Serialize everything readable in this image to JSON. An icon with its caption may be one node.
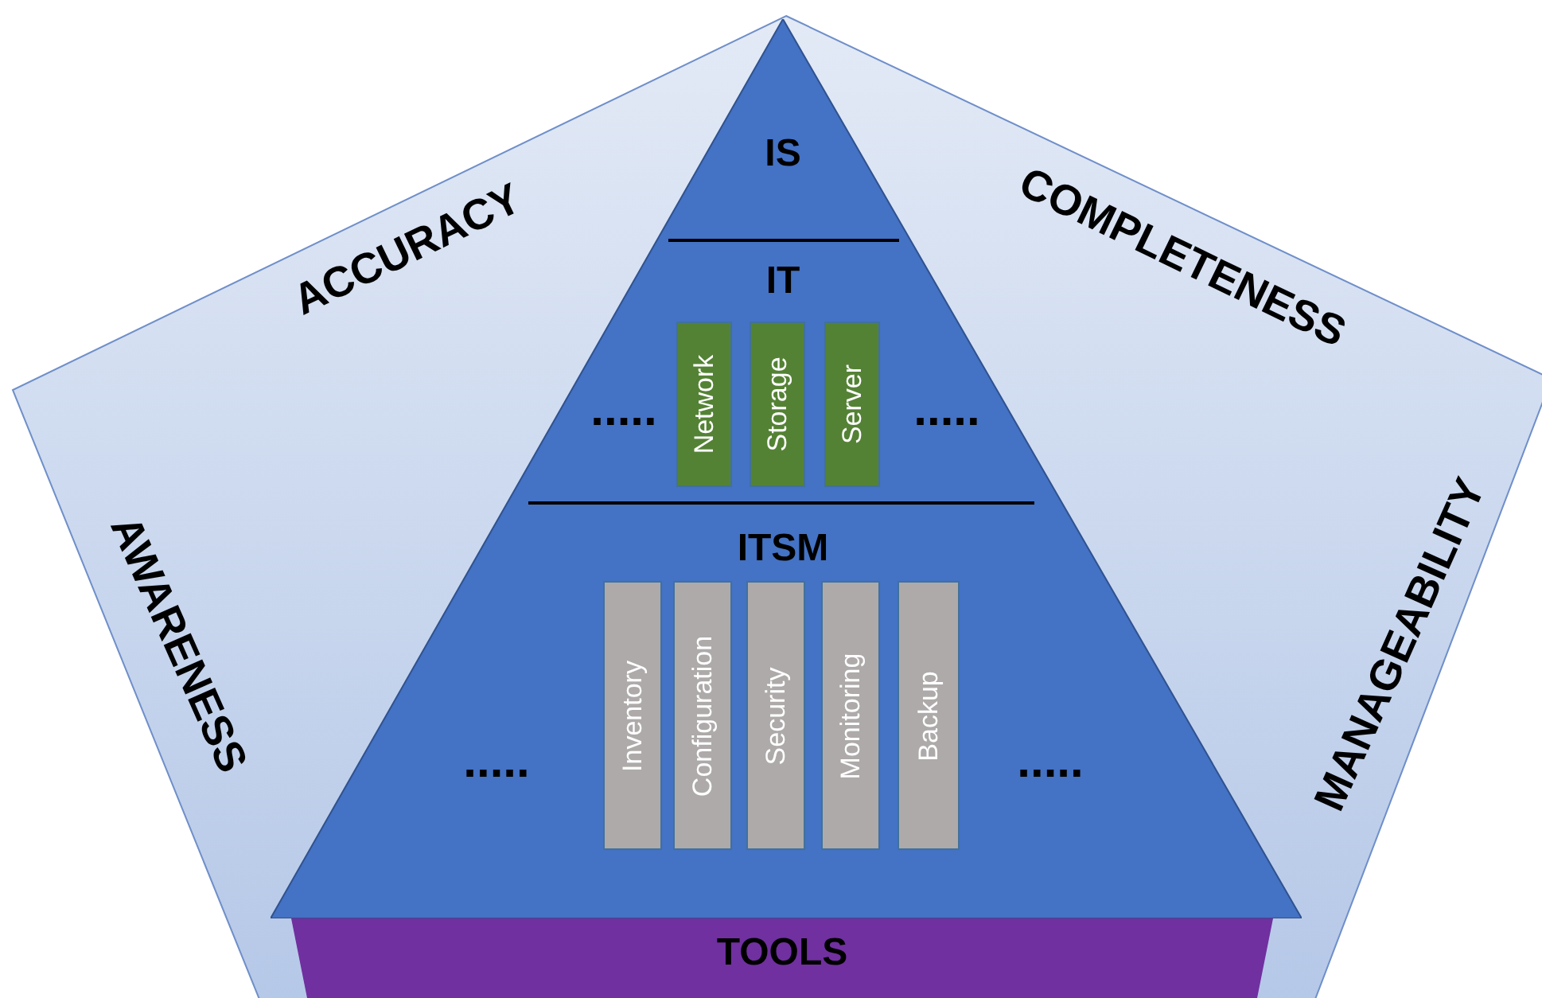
{
  "diagram": {
    "nodes": [
      {
        "text": [
          "ACCURACY",
          "COMPLETENESS",
          "AWARENESS",
          "MANAGEABILITY"
        ]
      },
      {
        "text": [
          "IS",
          "IT",
          "ITSM"
        ],
        "in": 0
      },
      {
        "text": [
          "Network"
        ],
        "in": 1
      },
      {
        "text": [
          "Storage"
        ],
        "in": 1
      },
      {
        "text": [
          "Server"
        ],
        "in": 1
      },
      {
        "text": [
          "Inventory"
        ],
        "in": 1
      },
      {
        "text": [
          "Configuration"
        ],
        "in": 1
      },
      {
        "text": [
          "Security"
        ],
        "in": 1
      },
      {
        "text": [
          "Monitoring"
        ],
        "in": 1
      },
      {
        "text": [
          "Backup"
        ],
        "in": 1
      },
      {
        "text": [
          "TOOLS"
        ],
        "in": 0
      }
    ],
    "labels": [
      ".....",
      ".....",
      ".....",
      "....."
    ]
  }
}
